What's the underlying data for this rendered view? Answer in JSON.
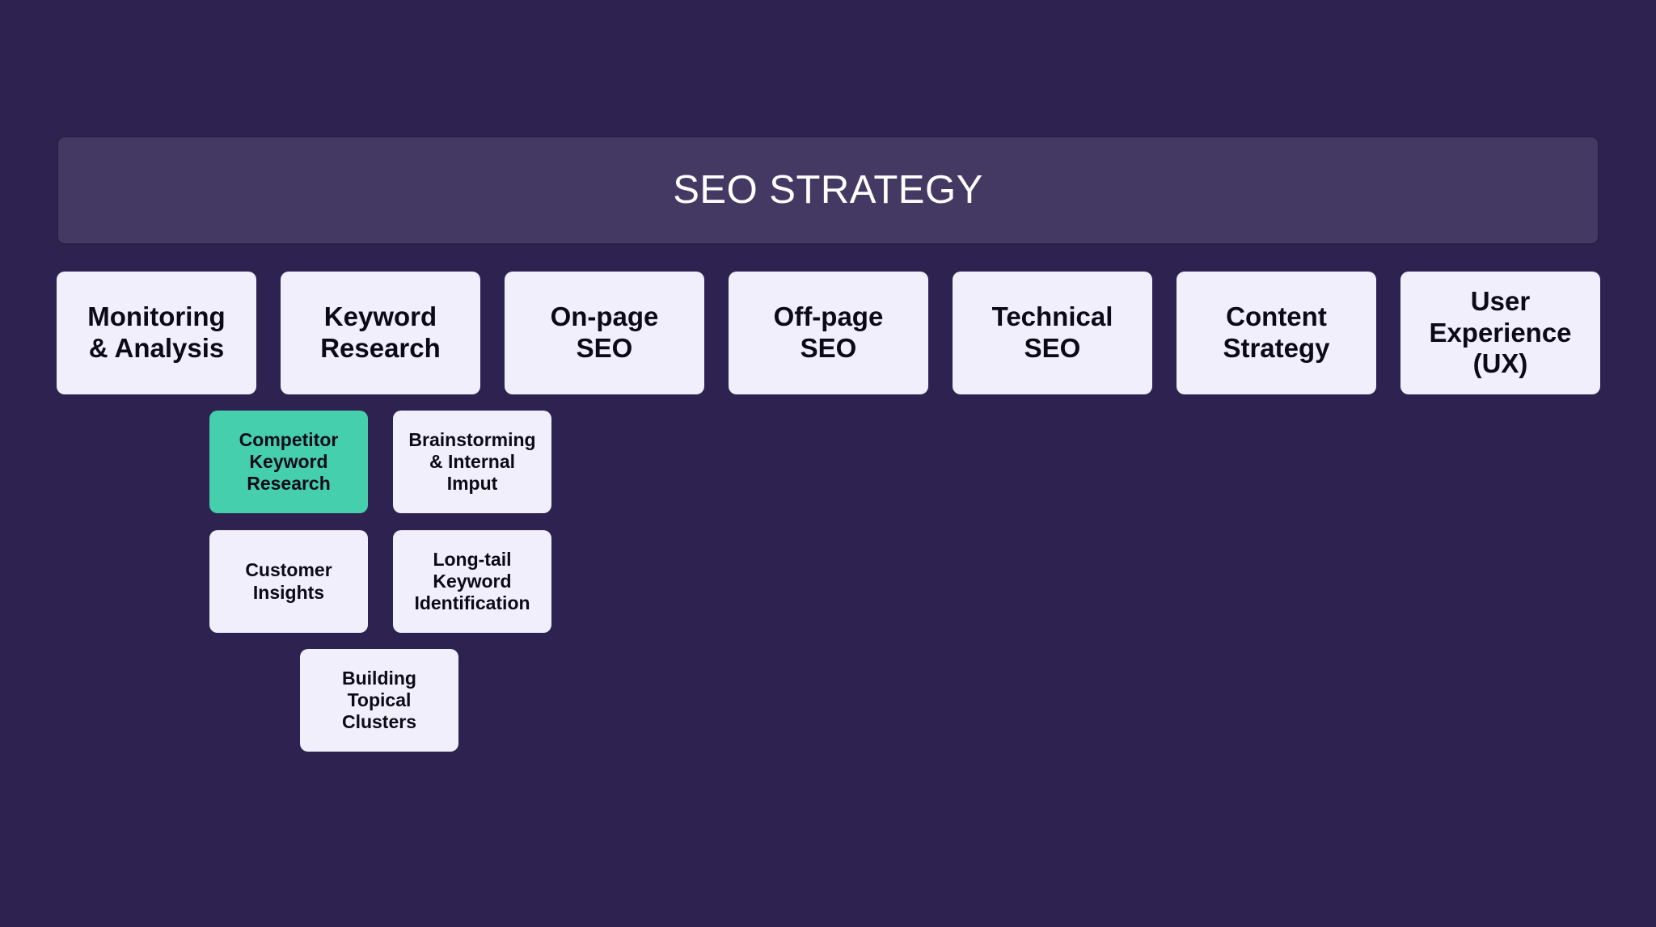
{
  "diagram": {
    "title": "SEO STRATEGY",
    "background_color": "#2E2350",
    "root": {
      "label": "SEO STRATEGY",
      "fill_color": "#443963",
      "border_color": "#2A2047",
      "text_color": "#FFFFFF"
    },
    "node_style": {
      "fill_color": "#F0EFFB",
      "text_color": "#0C0A16",
      "highlight_fill_color": "#45CFAD"
    },
    "branches": [
      {
        "label": "Monitoring\n& Analysis",
        "highlighted": false
      },
      {
        "label": "Keyword\nResearch",
        "highlighted": false
      },
      {
        "label": "On-page\nSEO",
        "highlighted": false
      },
      {
        "label": "Off-page\nSEO",
        "highlighted": false
      },
      {
        "label": "Technical\nSEO",
        "highlighted": false
      },
      {
        "label": "Content\nStrategy",
        "highlighted": false
      },
      {
        "label": "User\nExperience\n(UX)",
        "highlighted": false
      }
    ],
    "subnodes": [
      {
        "label": "Competitor\nKeyword\nResearch",
        "highlighted": true
      },
      {
        "label": "Brainstorming\n& Internal\nImput",
        "highlighted": false
      },
      {
        "label": "Customer\nInsights",
        "highlighted": false
      },
      {
        "label": "Long-tail\nKeyword\nIdentification",
        "highlighted": false
      },
      {
        "label": "Building\nTopical\nClusters",
        "highlighted": false
      }
    ]
  }
}
